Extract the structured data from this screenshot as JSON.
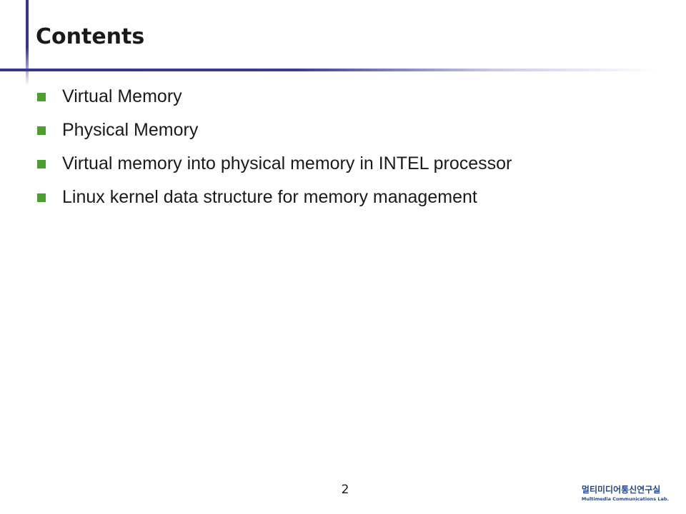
{
  "slide": {
    "title": "Contents",
    "bullets": [
      {
        "text": "Virtual Memory"
      },
      {
        "text": "Physical Memory"
      },
      {
        "text": "Virtual memory into physical memory in INTEL processor"
      },
      {
        "text": "Linux kernel data structure for memory management"
      }
    ],
    "page_number": "2"
  },
  "logo": {
    "main": "멀티미디어통신연구실",
    "sub": "Multimedia Communications Lab."
  },
  "colors": {
    "frame": "#35358f",
    "bullet": "#4b9e30",
    "logo": "#27468a"
  }
}
